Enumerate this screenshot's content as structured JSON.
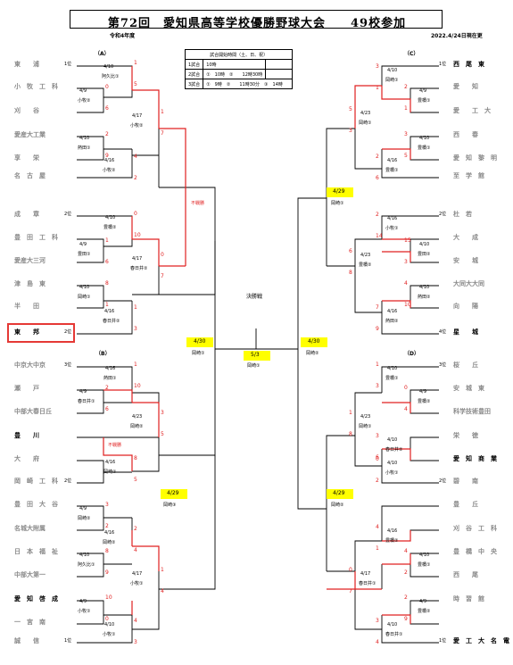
{
  "title": "第72回　愛知県高等学校優勝野球大会　　49校参加",
  "era": "令和4年度",
  "updated": "2022.4/24日現在更",
  "schedule": {
    "header": "試合開始時間（土、日、祝）",
    "rows": [
      [
        "1試合",
        "10時"
      ],
      [
        "2試合",
        "①　10時　②　　12時30時"
      ],
      [
        "3試合",
        "①　9時　②　　11時30分　③　14時"
      ]
    ]
  },
  "final_label": "決勝戦",
  "final_date": "5/3",
  "final_venue": "岡崎①",
  "colors": {
    "line": "#000000",
    "red": "#e02020",
    "highlight": "#ffff00",
    "highlight_box": "#e53935",
    "muted": "#8a8a8a"
  },
  "blocks": {
    "A": {
      "label": "（A）",
      "teams": [
        {
          "name": "東　　浦",
          "seed": "1位"
        },
        {
          "name": "小　牧　工　科",
          "seed": ""
        },
        {
          "name": "刈　　谷",
          "seed": ""
        },
        {
          "name": "愛産大工業",
          "seed": ""
        },
        {
          "name": "享　　栄",
          "seed": ""
        },
        {
          "name": "名　古　屋",
          "seed": ""
        },
        {
          "name": "成　　章",
          "seed": "2位"
        },
        {
          "name": "豊　田　工　科",
          "seed": ""
        },
        {
          "name": "愛産大三河",
          "seed": ""
        },
        {
          "name": "津　島　東",
          "seed": ""
        },
        {
          "name": "半　　田",
          "seed": ""
        },
        {
          "name": "東　　邦",
          "seed": "2位"
        }
      ],
      "games": [
        {
          "date": "4/10",
          "venue": "阿久比①",
          "s1": "1",
          "s2": "5"
        },
        {
          "date": "4/9",
          "venue": "小牧②",
          "s1": "0",
          "s2": "6"
        },
        {
          "date": "4/10",
          "venue": "熱田①",
          "s1": "2",
          "s2": "9"
        },
        {
          "date": "4/16",
          "venue": "小牧②",
          "s1": "4",
          "s2": "2"
        },
        {
          "date": "4/17",
          "venue": "小牧②",
          "s1": "1",
          "s2": "7"
        },
        {
          "date": "4/10",
          "venue": "豊橋②",
          "s1": "0",
          "s2": "10"
        },
        {
          "date": "4/9",
          "venue": "豊田①",
          "s1": "1",
          "s2": "6"
        },
        {
          "date": "4/10",
          "venue": "岡崎①",
          "s1": "8",
          "s2": "1"
        },
        {
          "date": "4/16",
          "venue": "春日井②",
          "s1": "1",
          "s2": "3"
        },
        {
          "date": "4/17",
          "venue": "春日井②",
          "s1": "0",
          "s2": "7"
        }
      ],
      "forfeit": "不戦勝"
    },
    "B": {
      "label": "（B）",
      "teams": [
        {
          "name": "中京大中京",
          "seed": "3位"
        },
        {
          "name": "瀬　　戸",
          "seed": ""
        },
        {
          "name": "中部大春日丘",
          "seed": ""
        },
        {
          "name": "豊　　川",
          "seed": ""
        },
        {
          "name": "大　　府",
          "seed": ""
        },
        {
          "name": "岡　崎　工　科",
          "seed": "2位"
        },
        {
          "name": "豊　田　大　谷",
          "seed": ""
        },
        {
          "name": "名城大附属",
          "seed": ""
        },
        {
          "name": "日　本　福　祉",
          "seed": ""
        },
        {
          "name": "中部大第一",
          "seed": ""
        },
        {
          "name": "愛　知　啓　成",
          "seed": ""
        },
        {
          "name": "一　宮　南",
          "seed": ""
        },
        {
          "name": "誠　　信",
          "seed": "1位"
        }
      ],
      "games": [
        {
          "date": "4/16",
          "venue": "熱田①",
          "s1": "1",
          "s2": "10"
        },
        {
          "date": "4/9",
          "venue": "春日井①",
          "s1": "2",
          "s2": "6"
        },
        {
          "date": "4/23",
          "venue": "岡崎②",
          "s1": "3",
          "s2": "5"
        },
        {
          "date": "4/16",
          "venue": "岡崎①",
          "s1": "8",
          "s2": "5"
        },
        {
          "date": "4/9",
          "venue": "岡崎②",
          "s1": "3",
          "s2": "2"
        },
        {
          "date": "4/16",
          "venue": "岡崎②",
          "s1": "2",
          "s2": "4"
        },
        {
          "date": "4/10",
          "venue": "阿久比①",
          "s1": "8",
          "s2": "9"
        },
        {
          "date": "4/17",
          "venue": "小牧①",
          "s1": "1",
          "s2": "4"
        },
        {
          "date": "4/9",
          "venue": "小牧①",
          "s1": "10",
          "s2": "0"
        },
        {
          "date": "4/10",
          "venue": "小牧①",
          "s1": "4",
          "s2": "3"
        }
      ],
      "forfeit": "不戦勝"
    },
    "C": {
      "label": "（C）",
      "teams": [
        {
          "name": "西　尾　東",
          "seed": "1位"
        },
        {
          "name": "愛　　知",
          "seed": ""
        },
        {
          "name": "愛　　工　大",
          "seed": ""
        },
        {
          "name": "西　　春",
          "seed": ""
        },
        {
          "name": "愛　知　黎　明",
          "seed": ""
        },
        {
          "name": "至　学　館",
          "seed": ""
        },
        {
          "name": "杜　若",
          "seed": "2位"
        },
        {
          "name": "大　　成",
          "seed": ""
        },
        {
          "name": "安　　城",
          "seed": ""
        },
        {
          "name": "大同大大同",
          "seed": ""
        },
        {
          "name": "向　　陽",
          "seed": ""
        },
        {
          "name": "星　　城",
          "seed": "4位"
        }
      ],
      "games": [
        {
          "date": "4/10",
          "venue": "岡崎①",
          "s1": "3",
          "s2": "1"
        },
        {
          "date": "4/9",
          "venue": "豊橋①",
          "s1": "2",
          "s2": "1"
        },
        {
          "date": "4/10",
          "venue": "豊橋①",
          "s1": "3",
          "s2": "5"
        },
        {
          "date": "4/16",
          "venue": "豊橋①",
          "s1": "2",
          "s2": "6"
        },
        {
          "date": "4/23",
          "venue": "岡崎①",
          "s1": "5",
          "s2": "3"
        },
        {
          "date": "4/16",
          "venue": "小牧①",
          "s1": "2",
          "s2": "14"
        },
        {
          "date": "4/10",
          "venue": "豊田②",
          "s1": "15",
          "s2": "3"
        },
        {
          "date": "4/23",
          "venue": "豊橋②",
          "s1": "6",
          "s2": "8"
        },
        {
          "date": "4/10",
          "venue": "熱田②",
          "s1": "4",
          "s2": "10"
        },
        {
          "date": "4/16",
          "venue": "熱田②",
          "s1": "7",
          "s2": "9"
        }
      ],
      "sf_date": "4/29",
      "sf_venue": "岡崎①"
    },
    "D": {
      "label": "（D）",
      "teams": [
        {
          "name": "桜　　丘",
          "seed": "3位"
        },
        {
          "name": "安　城　東",
          "seed": ""
        },
        {
          "name": "科学技術豊田",
          "seed": ""
        },
        {
          "name": "栄　　徳",
          "seed": ""
        },
        {
          "name": "愛　知　商　業",
          "seed": ""
        },
        {
          "name": "碧　　南",
          "seed": "2位"
        },
        {
          "name": "豊　　丘",
          "seed": ""
        },
        {
          "name": "刈　谷　工　科",
          "seed": ""
        },
        {
          "name": "豊　橋　中　央",
          "seed": ""
        },
        {
          "name": "西　　尾",
          "seed": ""
        },
        {
          "name": "時　習　館",
          "seed": ""
        },
        {
          "name": "愛　工　大　名　電",
          "seed": "1位"
        }
      ],
      "games": [
        {
          "date": "4/10",
          "venue": "豊橋①",
          "s1": "1",
          "s2": "3"
        },
        {
          "date": "4/9",
          "venue": "豊橋②",
          "s1": "0",
          "s2": "4"
        },
        {
          "date": "4/23",
          "venue": "岡崎①",
          "s1": "1",
          "s2": "8"
        },
        {
          "date": "4/10",
          "venue": "春日井②",
          "s1": "3",
          "s2": "6"
        },
        {
          "date": "4/10",
          "venue": "小牧①",
          "s1": "0",
          "s2": "2"
        },
        {
          "date": "4/16",
          "venue": "豊橋②",
          "s1": "4",
          "s2": "1"
        },
        {
          "date": "4/10",
          "venue": "豊橋①",
          "s1": "4",
          "s2": "2"
        },
        {
          "date": "4/17",
          "venue": "春日井①",
          "s1": "0",
          "s2": "7"
        },
        {
          "date": "4/9",
          "venue": "豊橋②",
          "s1": "2",
          "s2": "9"
        },
        {
          "date": "4/10",
          "venue": "春日井①",
          "s1": "3",
          "s2": "4"
        }
      ],
      "sf_date": "4/29",
      "sf_venue": "岡崎②"
    }
  },
  "semis": {
    "AB": {
      "date": "4/29",
      "venue": "岡崎③"
    },
    "A_sf": {
      "date": "4/30",
      "venue": "岡崎①"
    },
    "CD_sf": {
      "date": "4/30",
      "venue": "岡崎②"
    }
  }
}
